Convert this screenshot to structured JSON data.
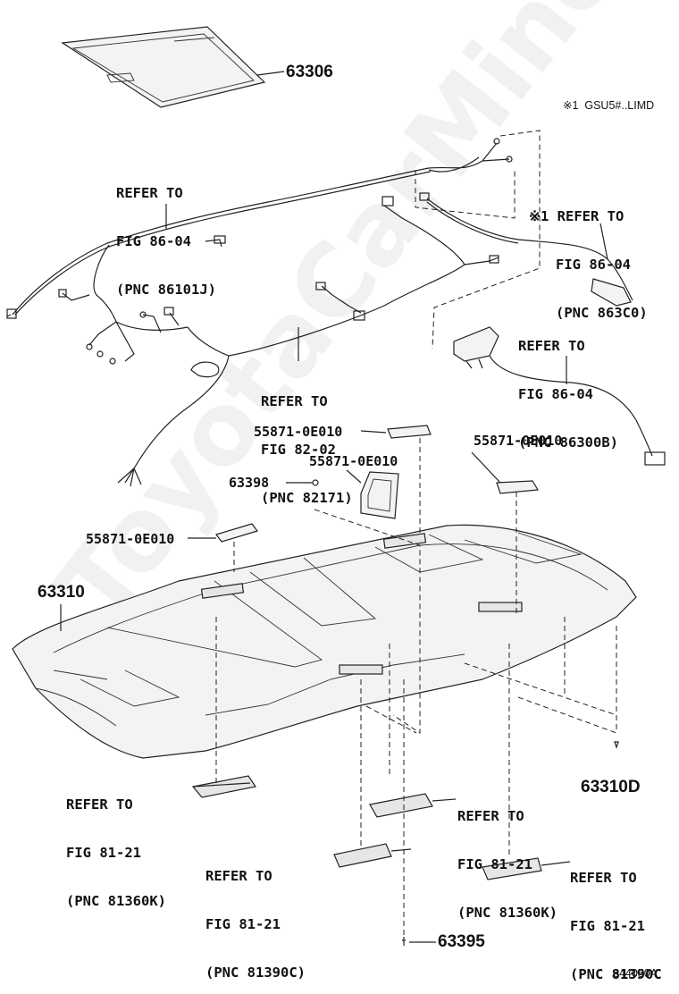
{
  "note": "※1  GSU5#..LIMD",
  "figure_id": "644050A",
  "watermark": "ToyotaCarMine.ru",
  "part_numbers": {
    "p63306": "63306",
    "p63398": "63398",
    "p63310": "63310",
    "p63310d": "63310D",
    "p63395": "63395",
    "p55871_a": "55871-0E010",
    "p55871_b": "55871-0E010",
    "p55871_c": "55871-0E010",
    "p55871_d": "55871-0E010"
  },
  "references": {
    "ref_86101j": {
      "l1": "REFER TO",
      "l2": "FIG 86-04",
      "l3": "(PNC 86101J)"
    },
    "ref_863c0": {
      "l1": "※1 REFER TO",
      "l2": "FIG 86-04",
      "l3": "(PNC 863C0)"
    },
    "ref_86300b": {
      "l1": "REFER TO",
      "l2": "FIG 86-04",
      "l3": "(PNC 86300B)"
    },
    "ref_82171": {
      "l1": "REFER TO",
      "l2": "FIG 82-02",
      "l3": "(PNC 82171)"
    },
    "ref_81360k_left": {
      "l1": "REFER TO",
      "l2": "FIG 81-21",
      "l3": "(PNC 81360K)"
    },
    "ref_81360k_right": {
      "l1": "REFER TO",
      "l2": "FIG 81-21",
      "l3": "(PNC 81360K)"
    },
    "ref_81390c_left": {
      "l1": "REFER TO",
      "l2": "FIG 81-21",
      "l3": "(PNC 81390C)"
    },
    "ref_81390c_right": {
      "l1": "REFER TO",
      "l2": "FIG 81-21",
      "l3": "(PNC 81390C"
    }
  }
}
